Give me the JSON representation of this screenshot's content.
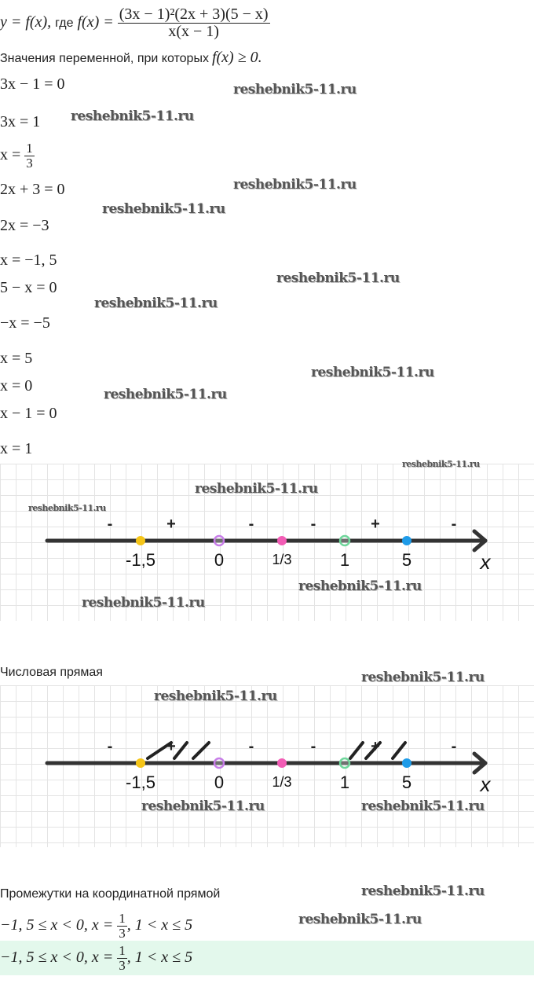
{
  "header": {
    "lhs": "y = f(x),",
    "where": "где",
    "fx": "f(x) =",
    "numerator": "(3x − 1)²(2x + 3)(5 − x)",
    "denominator": "x(x − 1)"
  },
  "condition": {
    "text": "Значения переменной, при которых",
    "math": "f(x)  ≥  0."
  },
  "steps": [
    "3x − 1 = 0",
    "3x = 1",
    "x =",
    "2x + 3 = 0",
    "2x = −3",
    "x = −1, 5",
    "5 − x = 0",
    "−x = −5",
    "x = 5",
    "x = 0",
    "x − 1 = 0",
    "x = 1"
  ],
  "fraction_one_third": {
    "num": "1",
    "den": "3"
  },
  "number_line": {
    "axis_label": "x",
    "points": [
      {
        "label": "-1,5",
        "value": -1.5,
        "color": "#f5c518",
        "filled": true
      },
      {
        "label": "0",
        "value": 0,
        "color": "#c77de8",
        "filled": false
      },
      {
        "label": "1/3",
        "value": 0.3333,
        "color": "#f25cb5",
        "filled": true
      },
      {
        "label": "1",
        "value": 1,
        "color": "#6fd69b",
        "filled": false
      },
      {
        "label": "5",
        "value": 5,
        "color": "#1e9be8",
        "filled": true
      }
    ],
    "signs": [
      "-",
      "+",
      "-",
      "-",
      "+",
      "-"
    ]
  },
  "section_number_line": "Числовая прямая",
  "section_intervals": "Промежутки на координатной прямой",
  "answer": {
    "part1": "−1, 5  ≤  x  <  0, x =",
    "part2": ", 1  <  x  ≤  5"
  },
  "watermark": "reshebnik5-11.ru"
}
